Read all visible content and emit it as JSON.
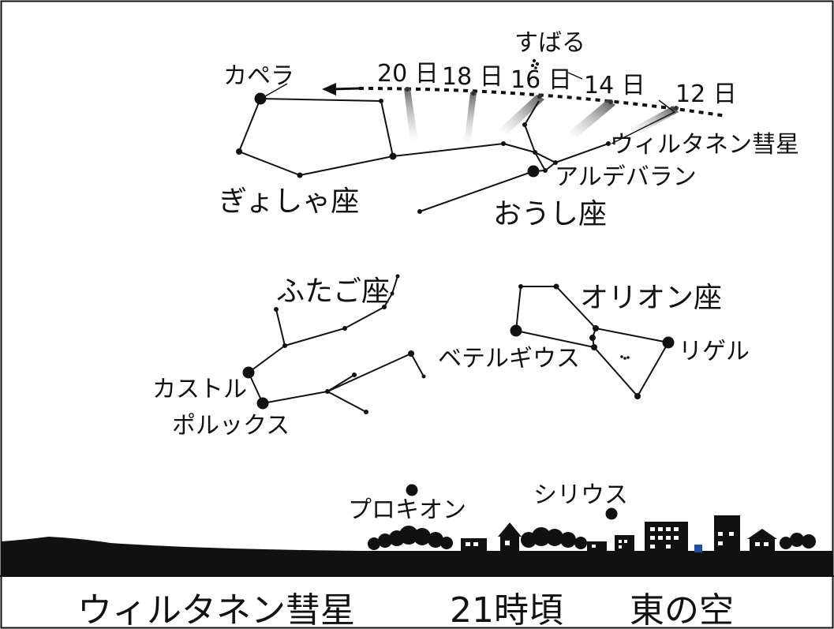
{
  "labels": {
    "subaru": "すばる",
    "capella": "カペラ",
    "aldebaran": "アルデバラン",
    "auriga": "ぎょしゃ座",
    "taurus": "おうし座",
    "gemini": "ふたご座",
    "orion": "オリオン座",
    "betelgeuse": "ベテルギウス",
    "rigel": "リゲル",
    "castor": "カストル",
    "pollux": "ポルックス",
    "procyon": "プロキオン",
    "sirius": "シリウス",
    "comet": "ウィルタネン彗星"
  },
  "comet_dates": [
    "20 日",
    "18 日",
    "16 日",
    "14 日",
    "12 日"
  ],
  "caption": {
    "comet": "ウィルタネン彗星",
    "time": "21時頃",
    "direction": "東の空"
  },
  "colors": {
    "ink": "#111111",
    "background": "#ffffff",
    "lit_window": "#1f4fa8"
  }
}
